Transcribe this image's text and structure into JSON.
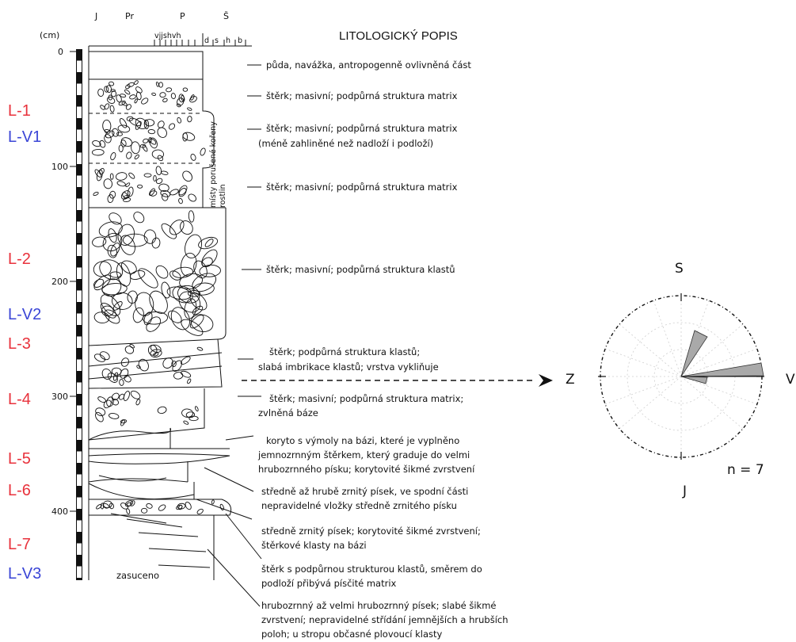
{
  "header": {
    "unit": "(cm)",
    "grain_codes": [
      "J",
      "Pr",
      "P",
      "Š"
    ],
    "sub_codes": [
      "vjjshvh",
      "d",
      "s",
      "h",
      "b"
    ],
    "title": "LITOLOGICKÝ POPIS"
  },
  "depth_ticks": [
    "0",
    "100",
    "200",
    "300",
    "400"
  ],
  "sample_labels": [
    {
      "text": "L-1",
      "color": "#e8323c"
    },
    {
      "text": "L-V1",
      "color": "#3a45d6"
    },
    {
      "text": "L-2",
      "color": "#e8323c"
    },
    {
      "text": "L-V2",
      "color": "#3a45d6"
    },
    {
      "text": "L-3",
      "color": "#e8323c"
    },
    {
      "text": "L-4",
      "color": "#e8323c"
    },
    {
      "text": "L-5",
      "color": "#e8323c"
    },
    {
      "text": "L-6",
      "color": "#e8323c"
    },
    {
      "text": "L-7",
      "color": "#e8323c"
    },
    {
      "text": "L-V3",
      "color": "#3a45d6"
    }
  ],
  "column_notes": {
    "roots": [
      "místy porušené kořeny",
      "rostlin"
    ],
    "bottom": "zasuceno"
  },
  "descriptions": [
    [
      "půda, navážka, antropogenně ovlivněná část"
    ],
    [
      "štěrk; masivní; podpůrná struktura matrix"
    ],
    [
      "štěrk; masivní; podpůrná struktura matrix",
      "(méně zahliněné než nadloží i podloží)"
    ],
    [
      "štěrk; masivní; podpůrná struktura matrix"
    ],
    [
      "štěrk; masivní; podpůrná struktura klastů"
    ],
    [
      "štěrk; podpůrná struktura klastů;",
      "slabá imbrikace klastů; vrstva vykliňuje"
    ],
    [
      "štěrk; masivní; podpůrná struktura matrix;",
      "zvlněná báze"
    ],
    [
      "koryto s výmoly na bázi, které je vyplněno",
      "jemnozrnným štěrkem, který graduje do velmi",
      "hrubozrnného písku; korytovité šikmé zvrstvení"
    ],
    [
      "středně až hrubě zrnitý písek, ve spodní části",
      "nepravidelné vložky středně zrnitého písku"
    ],
    [
      "středně zrnitý písek; korytovité šikmé zvrstvení;",
      "štěrkové klasty na bázi"
    ],
    [
      "štěrk s podpůrnou strukturou klastů, směrem do",
      "podloží přibývá písčité matrix"
    ],
    [
      "hrubozrnný až velmi hrubozrnný písek; slabé šikmé",
      "zvrstvení; nepravidelné střídání jemnějších a hrubších",
      "poloh; u stropu občasné plovoucí klasty"
    ]
  ],
  "rose": {
    "north": "S",
    "south": "J",
    "west": "Z",
    "east": "V",
    "count": "n = 7",
    "petal_color": "#a9a9a9"
  }
}
